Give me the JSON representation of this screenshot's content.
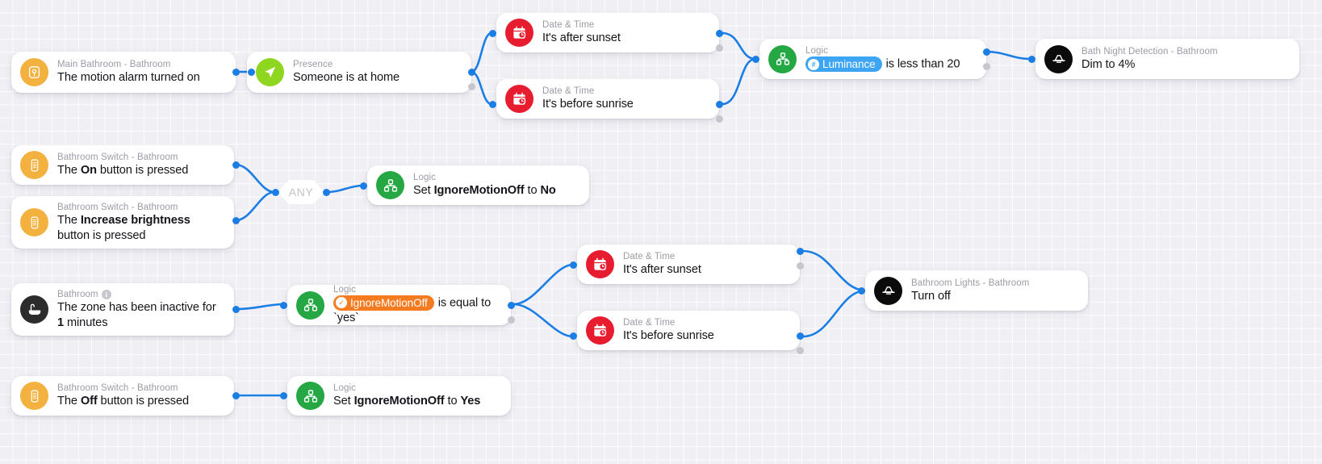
{
  "app": {
    "title": "Automation flow editor",
    "canvas_background": "#f0eff4",
    "wire_color": "#1a7ee5"
  },
  "colors": {
    "amber": "#f3b13f",
    "green": "#8fd620",
    "red": "#e71d2f",
    "logic_green": "#25a844",
    "dark": "#2c2c2c",
    "black": "#0b0b0b",
    "pill_blue": "#3da5f4",
    "pill_orange": "#f47b20",
    "port_blue": "#1a7ee5",
    "port_grey": "#c6c6ce"
  },
  "gates": [
    {
      "label": "ANY",
      "name": "any-gate"
    }
  ],
  "nodes": [
    {
      "id": "motion-alarm",
      "icon": "motion-sensor-icon",
      "icon_color": "amber",
      "subtitle": "Main Bathroom - Bathroom",
      "title_parts": [
        {
          "text": "The motion alarm turned on",
          "bold": false
        }
      ]
    },
    {
      "id": "presence",
      "icon": "presence-navigation-icon",
      "icon_color": "green",
      "subtitle": "Presence",
      "title_parts": [
        {
          "text": "Someone is at home",
          "bold": false
        }
      ]
    },
    {
      "id": "after-sunset-top",
      "icon": "calendar-clock-icon",
      "icon_color": "red",
      "subtitle": "Date & Time",
      "title_parts": [
        {
          "text": "It's after sunset",
          "bold": false
        }
      ]
    },
    {
      "id": "before-sunrise-top",
      "icon": "calendar-clock-icon",
      "icon_color": "red",
      "subtitle": "Date & Time",
      "title_parts": [
        {
          "text": "It's before sunrise",
          "bold": false
        }
      ]
    },
    {
      "id": "luminance-logic",
      "icon": "logic-sitemap-icon",
      "icon_color": "logic",
      "subtitle": "Logic",
      "pill": {
        "label": "Luminance",
        "glyph": "#",
        "style": "blue"
      },
      "title_parts": [
        {
          "text": " is less than 20",
          "bold": false
        }
      ]
    },
    {
      "id": "bath-night-detection",
      "icon": "lamp-icon",
      "icon_color": "black",
      "subtitle": "Bath Night Detection - Bathroom",
      "title_parts": [
        {
          "text": "Dim to 4%",
          "bold": false
        }
      ]
    },
    {
      "id": "switch-on-pressed",
      "icon": "switch-remote-icon",
      "icon_color": "amber",
      "subtitle": "Bathroom Switch - Bathroom",
      "title_parts": [
        {
          "text": "The ",
          "bold": false
        },
        {
          "text": "On",
          "bold": true
        },
        {
          "text": " button is pressed",
          "bold": false
        }
      ]
    },
    {
      "id": "switch-increase-brightness",
      "icon": "switch-remote-icon",
      "icon_color": "amber",
      "subtitle": "Bathroom Switch - Bathroom",
      "title_parts": [
        {
          "text": "The ",
          "bold": false
        },
        {
          "text": "Increase brightness",
          "bold": true
        },
        {
          "text": " button is pressed",
          "bold": false
        }
      ]
    },
    {
      "id": "set-ignoremotionoff-no",
      "icon": "logic-sitemap-icon",
      "icon_color": "logic",
      "subtitle": "Logic",
      "title_parts": [
        {
          "text": "Set ",
          "bold": false
        },
        {
          "text": "IgnoreMotionOff",
          "bold": true
        },
        {
          "text": " to ",
          "bold": false
        },
        {
          "text": "No",
          "bold": true
        }
      ]
    },
    {
      "id": "zone-inactive",
      "icon": "bathtub-icon",
      "icon_color": "dark",
      "subtitle": "Bathroom",
      "subtitle_info": "i",
      "title_parts": [
        {
          "text": "The zone has been inactive for ",
          "bold": false
        },
        {
          "text": "1",
          "bold": true
        },
        {
          "text": " minutes",
          "bold": false
        }
      ]
    },
    {
      "id": "ignoremotionoff-equals-yes",
      "icon": "logic-sitemap-icon",
      "icon_color": "logic",
      "subtitle": "Logic",
      "pill": {
        "label": "IgnoreMotionOff",
        "glyph": "✓",
        "style": "orange"
      },
      "title_parts": [
        {
          "text": " is equal to `yes`",
          "bold": false
        }
      ]
    },
    {
      "id": "after-sunset-mid",
      "icon": "calendar-clock-icon",
      "icon_color": "red",
      "subtitle": "Date & Time",
      "title_parts": [
        {
          "text": "It's after sunset",
          "bold": false
        }
      ]
    },
    {
      "id": "before-sunrise-mid",
      "icon": "calendar-clock-icon",
      "icon_color": "red",
      "subtitle": "Date & Time",
      "title_parts": [
        {
          "text": "It's before sunrise",
          "bold": false
        }
      ]
    },
    {
      "id": "bathroom-lights-off",
      "icon": "lamp-icon",
      "icon_color": "black",
      "subtitle": "Bathroom Lights - Bathroom",
      "title_parts": [
        {
          "text": "Turn off",
          "bold": false
        }
      ]
    },
    {
      "id": "switch-off-pressed",
      "icon": "switch-remote-icon",
      "icon_color": "amber",
      "subtitle": "Bathroom Switch - Bathroom",
      "title_parts": [
        {
          "text": "The ",
          "bold": false
        },
        {
          "text": "Off",
          "bold": true
        },
        {
          "text": " button is pressed",
          "bold": false
        }
      ]
    },
    {
      "id": "set-ignoremotionoff-yes",
      "icon": "logic-sitemap-icon",
      "icon_color": "logic",
      "subtitle": "Logic",
      "title_parts": [
        {
          "text": "Set ",
          "bold": false
        },
        {
          "text": "IgnoreMotionOff",
          "bold": true
        },
        {
          "text": " to ",
          "bold": false
        },
        {
          "text": "Yes",
          "bold": true
        }
      ]
    }
  ]
}
